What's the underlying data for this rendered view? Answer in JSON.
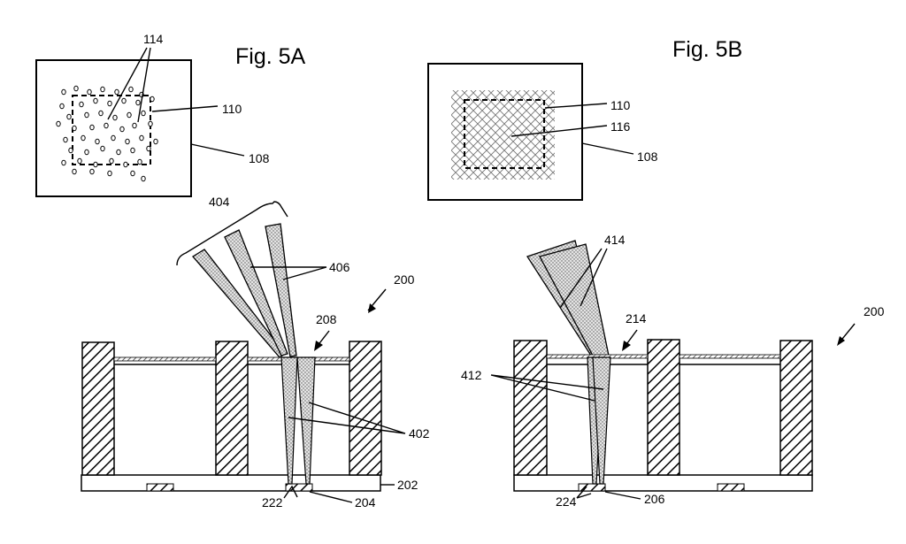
{
  "fig_a": {
    "title": "Fig. 5A",
    "ref_114": "114",
    "ref_110": "110",
    "ref_108": "108",
    "ref_404": "404",
    "ref_406": "406",
    "ref_200": "200",
    "ref_208": "208",
    "ref_402": "402",
    "ref_202": "202",
    "ref_222": "222",
    "ref_204": "204"
  },
  "fig_b": {
    "title": "Fig. 5B",
    "ref_110": "110",
    "ref_116": "116",
    "ref_108": "108",
    "ref_414": "414",
    "ref_200": "200",
    "ref_214": "214",
    "ref_412": "412",
    "ref_224": "224",
    "ref_206": "206"
  }
}
